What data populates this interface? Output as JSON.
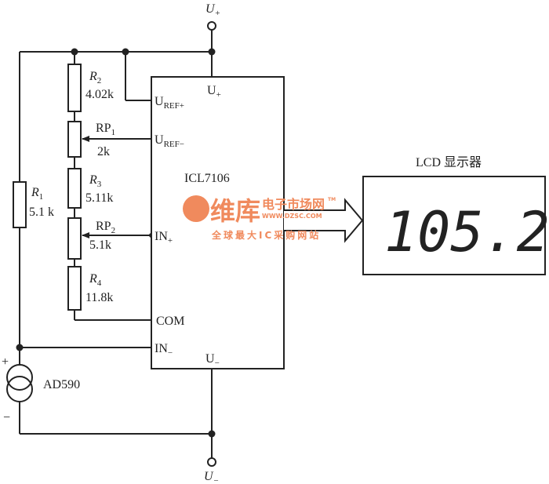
{
  "supply": {
    "pos": "U",
    "pos_sub": "+",
    "neg": "U",
    "neg_sub": "−"
  },
  "ic": {
    "name": "ICL7106",
    "pins": {
      "uplus": "U",
      "uplus_sub": "+",
      "urefp": "U",
      "urefp_sub": "REF+",
      "urefm": "U",
      "urefm_sub": "REF−",
      "inp": "IN",
      "inp_sub": "+",
      "com": "COM",
      "inm": "IN",
      "inm_sub": "−",
      "uminus": "U",
      "uminus_sub": "−"
    }
  },
  "components": {
    "r2": {
      "name": "R",
      "sub": "2",
      "value": "4.02k"
    },
    "rp1": {
      "name": "RP",
      "sub": "1",
      "value": "2k"
    },
    "r3": {
      "name": "R",
      "sub": "3",
      "value": "5.11k"
    },
    "rp2": {
      "name": "RP",
      "sub": "2",
      "value": "5.1k"
    },
    "r4": {
      "name": "R",
      "sub": "4",
      "value": "11.8k"
    },
    "r1": {
      "name": "R",
      "sub": "1",
      "value": "5.1 k"
    },
    "sensor": {
      "name": "AD590",
      "plus": "+",
      "minus": "−"
    }
  },
  "lcd": {
    "title": "LCD 显示器",
    "reading": "105.2"
  },
  "watermark": {
    "brand": "维库",
    "cn": "电子市场网",
    "url": "WWW.DZSC.COM",
    "slogan": "全球最大IC采购网站",
    "tm": "TM"
  }
}
